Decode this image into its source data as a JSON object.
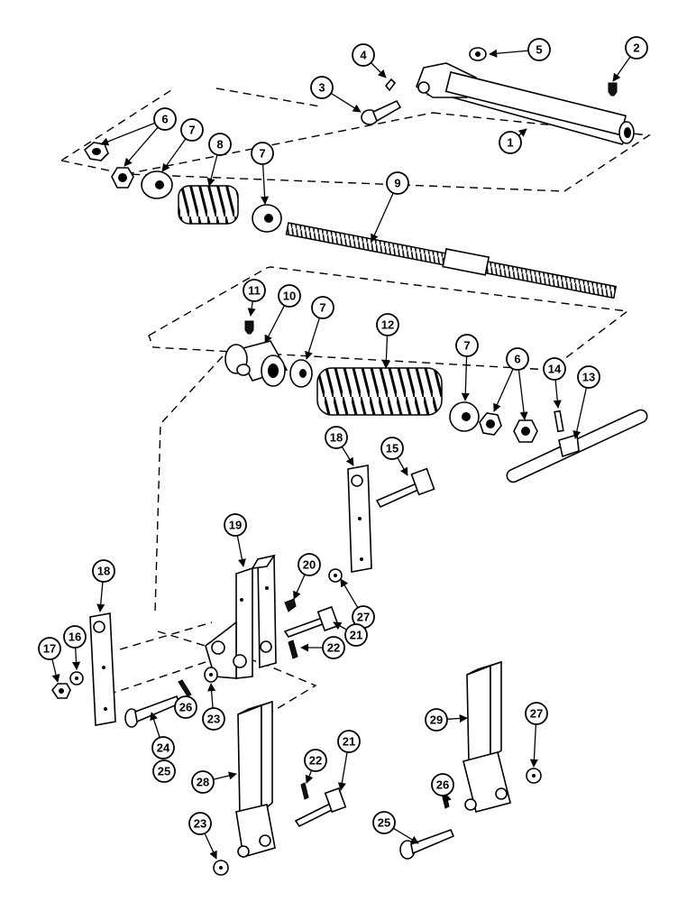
{
  "figure": {
    "callouts": [
      "1",
      "2",
      "3",
      "4",
      "5",
      "6",
      "7",
      "8",
      "9",
      "10",
      "11",
      "12",
      "13",
      "14",
      "15",
      "16",
      "17",
      "18",
      "19",
      "20",
      "21",
      "22",
      "23",
      "24",
      "25",
      "26",
      "27",
      "28",
      "29"
    ]
  }
}
